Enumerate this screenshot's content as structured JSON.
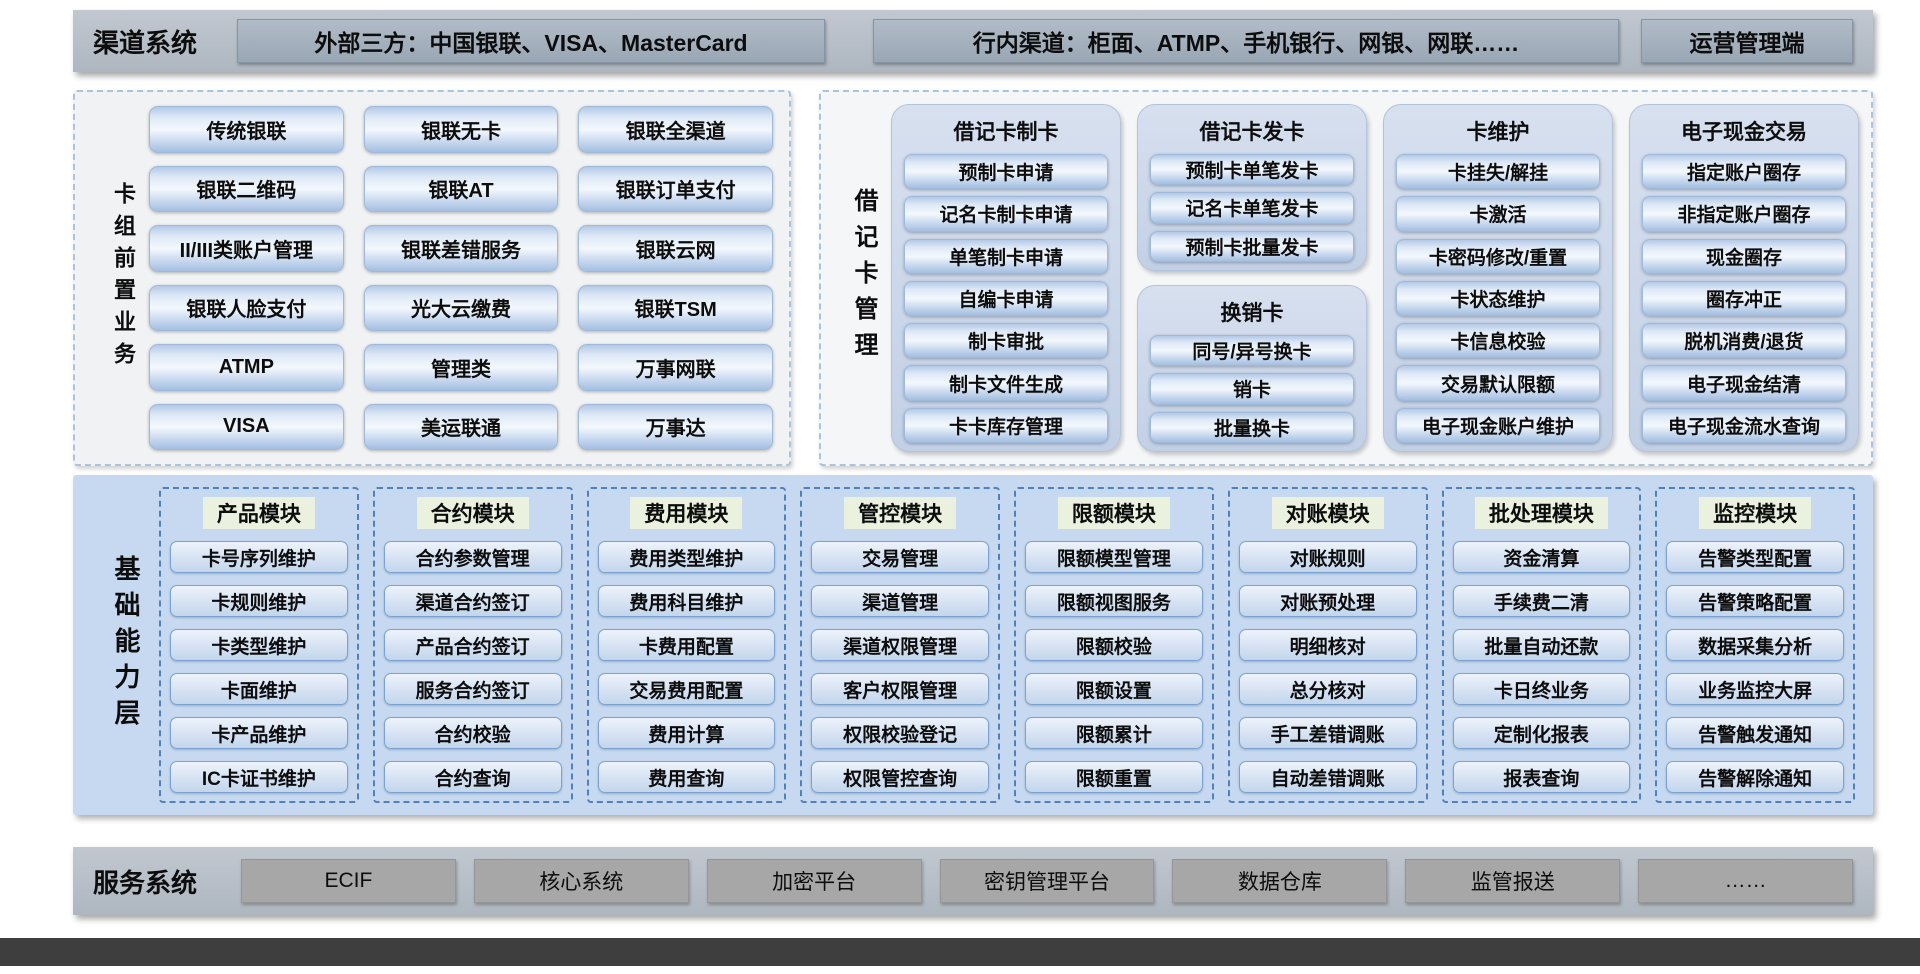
{
  "colors": {
    "node_blue": "#c6d7ee",
    "layer_bg": "#c6d9f0",
    "module_title_bg": "#eaf1de",
    "bar_gray": "#b6bdc6",
    "service_btn_gray": "#a7a7a7",
    "footer_dark": "#3e3e3e"
  },
  "channel_system": {
    "label": "渠道系统",
    "items": [
      "外部三方：中国银联、VISA、MasterCard",
      "行内渠道：柜面、ATMP、手机银行、网银、网联……",
      "运营管理端"
    ]
  },
  "card_front": {
    "label": "卡组前置业务",
    "buttons": [
      "传统银联",
      "银联无卡",
      "银联全渠道",
      "银联二维码",
      "银联AT",
      "银联订单支付",
      "II/III类账户管理",
      "银联差错服务",
      "银联云网",
      "银联人脸支付",
      "光大云缴费",
      "银联TSM",
      "ATMP",
      "管理类",
      "万事网联",
      "VISA",
      "美运联通",
      "万事达"
    ]
  },
  "debit_mgmt": {
    "label": "借记卡管理",
    "making": {
      "title": "借记卡制卡",
      "buttons": [
        "预制卡申请",
        "记名卡制卡申请",
        "单笔制卡申请",
        "自编卡申请",
        "制卡审批",
        "制卡文件生成",
        "卡卡库存管理"
      ]
    },
    "issuing": {
      "title": "借记卡发卡",
      "buttons": [
        "预制卡单笔发卡",
        "记名卡单笔发卡",
        "预制卡批量发卡"
      ]
    },
    "replace": {
      "title": "换销卡",
      "buttons": [
        "同号/异号换卡",
        "销卡",
        "批量换卡"
      ]
    },
    "maintain": {
      "title": "卡维护",
      "buttons": [
        "卡挂失/解挂",
        "卡激活",
        "卡密码修改/重置",
        "卡状态维护",
        "卡信息校验",
        "交易默认限额",
        "电子现金账户维护"
      ]
    },
    "ecash": {
      "title": "电子现金交易",
      "buttons": [
        "指定账户圈存",
        "非指定账户圈存",
        "现金圈存",
        "圈存冲正",
        "脱机消费/退货",
        "电子现金结清",
        "电子现金流水查询"
      ]
    }
  },
  "base_layer": {
    "label": "基础能力层",
    "modules": [
      {
        "title": "产品模块",
        "buttons": [
          "卡号序列维护",
          "卡规则维护",
          "卡类型维护",
          "卡面维护",
          "卡产品维护",
          "IC卡证书维护"
        ]
      },
      {
        "title": "合约模块",
        "buttons": [
          "合约参数管理",
          "渠道合约签订",
          "产品合约签订",
          "服务合约签订",
          "合约校验",
          "合约查询"
        ]
      },
      {
        "title": "费用模块",
        "buttons": [
          "费用类型维护",
          "费用科目维护",
          "卡费用配置",
          "交易费用配置",
          "费用计算",
          "费用查询"
        ]
      },
      {
        "title": "管控模块",
        "buttons": [
          "交易管理",
          "渠道管理",
          "渠道权限管理",
          "客户权限管理",
          "权限校验登记",
          "权限管控查询"
        ]
      },
      {
        "title": "限额模块",
        "buttons": [
          "限额模型管理",
          "限额视图服务",
          "限额校验",
          "限额设置",
          "限额累计",
          "限额重置"
        ]
      },
      {
        "title": "对账模块",
        "buttons": [
          "对账规则",
          "对账预处理",
          "明细核对",
          "总分核对",
          "手工差错调账",
          "自动差错调账"
        ]
      },
      {
        "title": "批处理模块",
        "buttons": [
          "资金清算",
          "手续费二清",
          "批量自动还款",
          "卡日终业务",
          "定制化报表",
          "报表查询"
        ]
      },
      {
        "title": "监控模块",
        "buttons": [
          "告警类型配置",
          "告警策略配置",
          "数据采集分析",
          "业务监控大屏",
          "告警触发通知",
          "告警解除通知"
        ]
      }
    ]
  },
  "service_system": {
    "label": "服务系统",
    "items": [
      "ECIF",
      "核心系统",
      "加密平台",
      "密钥管理平台",
      "数据仓库",
      "监管报送",
      "……"
    ]
  }
}
